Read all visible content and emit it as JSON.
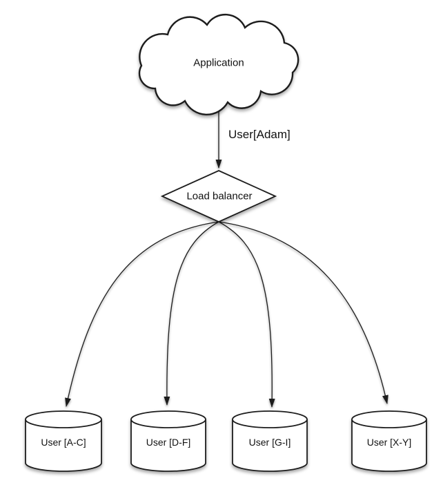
{
  "diagram": {
    "application": {
      "label": "Application"
    },
    "request_label": "User[Adam]",
    "load_balancer": {
      "label": "Load balancer"
    },
    "shards": [
      {
        "label": "User [A-C]"
      },
      {
        "label": "User [D-F]"
      },
      {
        "label": "User [G-I]"
      },
      {
        "label": "User [X-Y]"
      }
    ],
    "colors": {
      "stroke": "#1c1c1c",
      "fill": "#ffffff",
      "text": "#111111",
      "background": "#ffffff"
    }
  }
}
